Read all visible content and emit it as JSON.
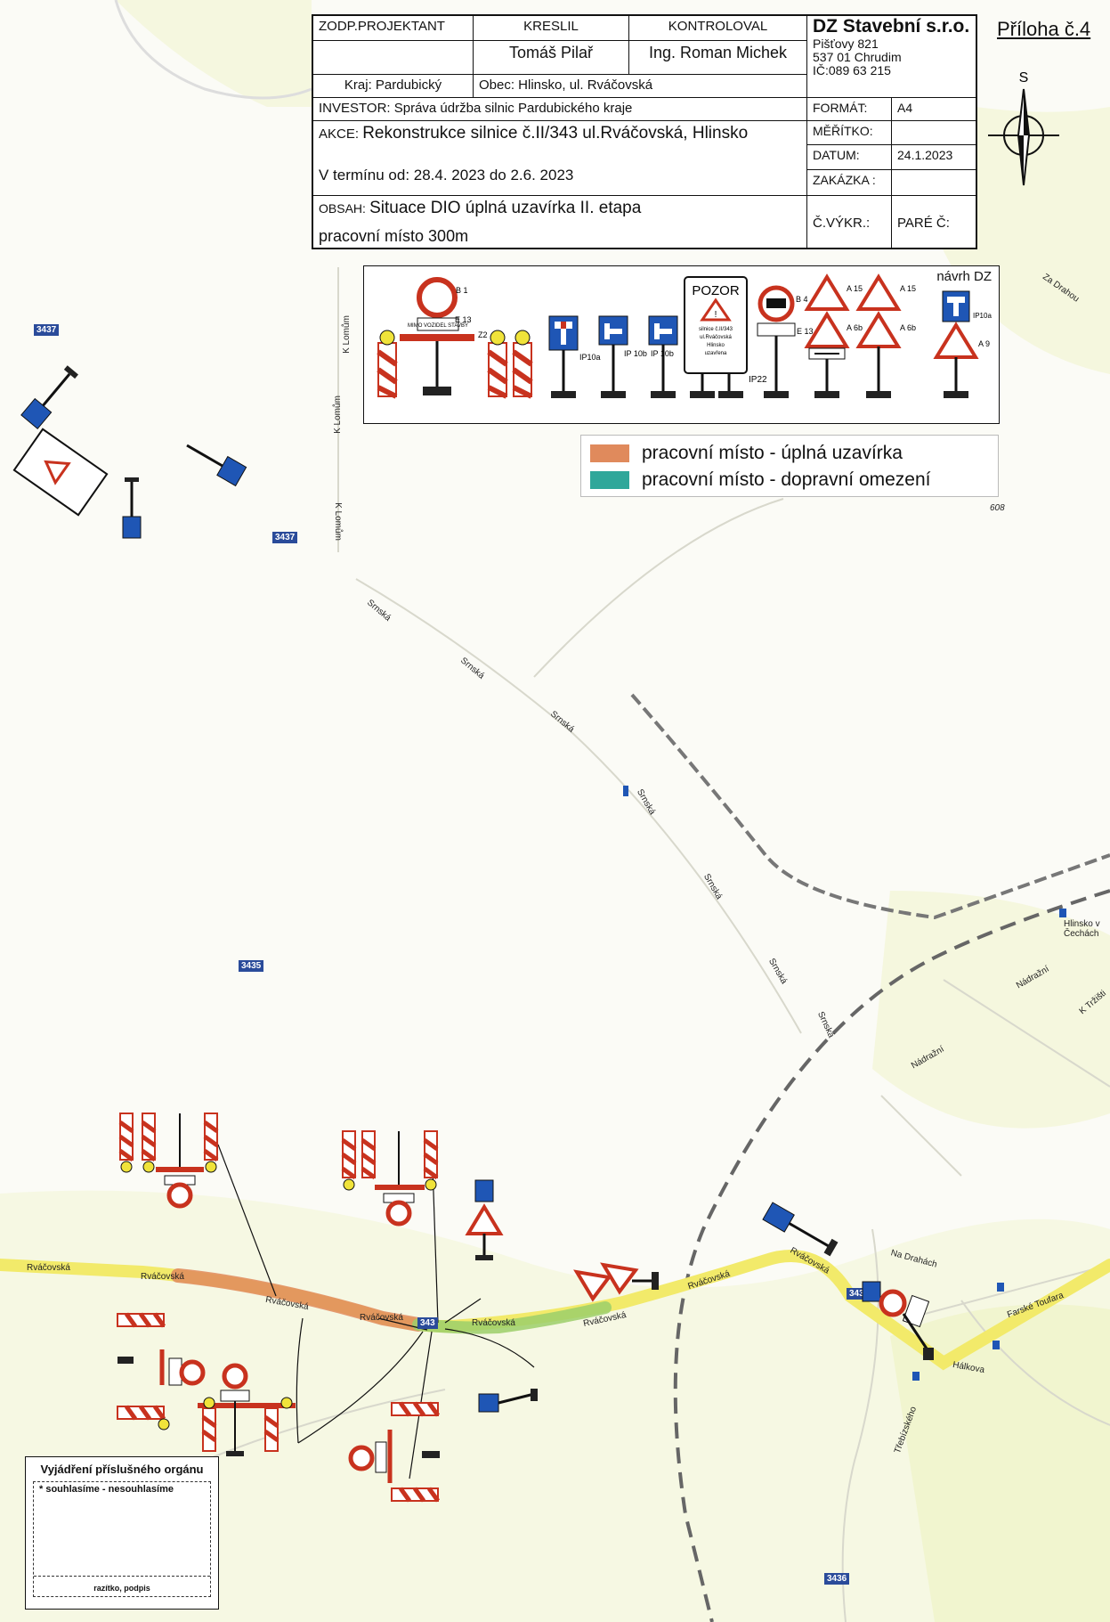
{
  "title_block": {
    "zodp_projektant": "ZODP.PROJEKTANT",
    "kreslil": "KRESLIL",
    "kontroloval": "KONTROLOVAL",
    "kreslil_name": "Tomáš Pilař",
    "kontroloval_name": "Ing. Roman Michek",
    "kraj": "Kraj: Pardubický",
    "obec": "Obec: Hlinsko, ul. Rváčovská",
    "investor": "INVESTOR: Správa údržba silnic Pardubického kraje",
    "akce_label": "AKCE:",
    "akce": "Rekonstrukce silnice č.II/343 ul.Rváčovská, Hlinsko",
    "termin": "V termínu od: 28.4. 2023 do 2.6. 2023",
    "obsah_label": "OBSAH:",
    "obsah": "Situace DIO  úplná uzavírka II. etapa",
    "obsah2": "pracovní místo 300m",
    "company": "DZ Stavební s.r.o.",
    "address1": "Pišťovy 821",
    "address2": "537 01 Chrudim",
    "ic": "IČ:089 63 215",
    "format_label": "FORMÁT:",
    "format_value": "A4",
    "meritko_label": "MĚŘÍTKO:",
    "datum_label": "DATUM:",
    "datum_value": "24.1.2023",
    "zakazka_label": "ZAKÁZKA :",
    "cvykr_label": "Č.VÝKR.:",
    "pare_label": "PARÉ Č:"
  },
  "priloha": "Příloha č.4",
  "north": "S",
  "legend": {
    "title": "návrh DZ",
    "signs": [
      {
        "code": "B 1"
      },
      {
        "code": "E 13"
      },
      {
        "code": "Z2"
      },
      {
        "code": "IP10a"
      },
      {
        "code": "IP 10b"
      },
      {
        "code": "IP 10b"
      },
      {
        "code": "IP22"
      },
      {
        "code": "B 4"
      },
      {
        "code": "E 13"
      },
      {
        "code": "A 15"
      },
      {
        "code": "A 6b"
      },
      {
        "code": "A 15"
      },
      {
        "code": "A 6b"
      },
      {
        "code": "IP10a"
      },
      {
        "code": "A 9"
      }
    ],
    "pozor_title": "POZOR",
    "pozor_text": [
      "silnice č.II/343",
      "ul.Rváčovská",
      "Hlinsko",
      "uzavřena"
    ],
    "e13_text": "MIMO VOZIDEL STAVBY"
  },
  "color_legend": [
    {
      "label": "pracovní místo - úplná uzavírka",
      "color": "#e08a5c"
    },
    {
      "label": "pracovní místo - dopravní omezení",
      "color": "#2fa79a"
    }
  ],
  "approval": {
    "title": "Vyjádření příslušného orgánu",
    "options": "* souhlasíme  -  nesouhlasíme",
    "sign": "razítko, podpis"
  },
  "map": {
    "road_labels": [
      "Rváčovská",
      "Rváčovská",
      "Rváčovská",
      "Rváčovská",
      "Rváčovská",
      "Rváčovská",
      "Rváčovská",
      "Rváčovská"
    ],
    "street_labels": [
      "Srnská",
      "Srnská",
      "Srnská",
      "Srnská",
      "Srnská",
      "Srnská",
      "Srnská",
      "K Lomům",
      "K Lomům",
      "K Lomům",
      "Nádražní",
      "Nádražní",
      "Na Drahách",
      "Farské Toufara",
      "Hálkova",
      "Třebízského",
      "Za Drahou",
      "K Tržišti",
      "Hlinsko v Čechách"
    ],
    "road_numbers": [
      "3437",
      "3437",
      "3435",
      "343",
      "343",
      "3436"
    ],
    "spot_height": "608"
  },
  "colors": {
    "closure": "#e08a5c",
    "restriction": "#9ccf6a",
    "road_yellow": "#f2ea6a",
    "sign_blue": "#1f56b5",
    "sign_red": "#c8321e"
  }
}
